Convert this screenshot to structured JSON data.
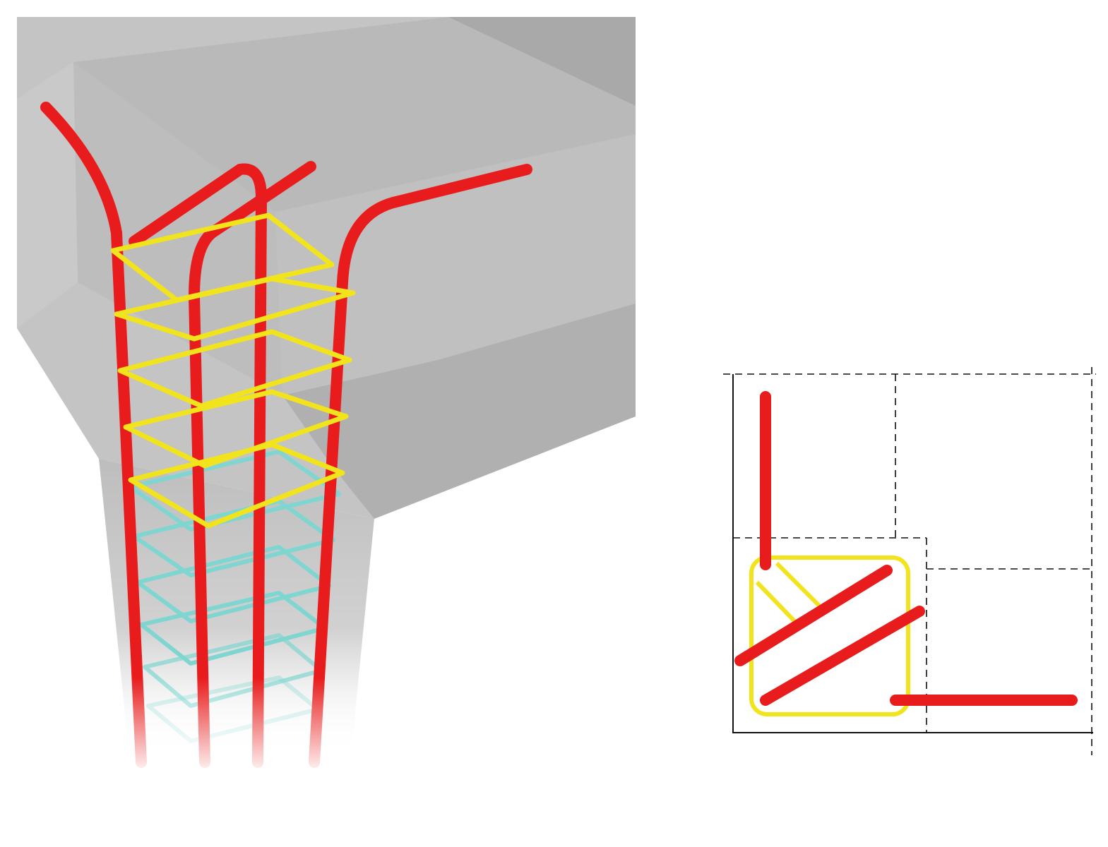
{
  "figure": {
    "views": [
      "3d-rebar-cage-at-column-beam-junction",
      "plan-section-of-corner-column"
    ],
    "colors": {
      "concrete_light": "#c6c6c6",
      "concrete_mid": "#b3b3b3",
      "concrete_dark": "#9f9f9f",
      "longitudinal_bar": "#e81c1c",
      "stirrup_upper": "#f2e41c",
      "stirrup_lower": "#7fd6d0",
      "plan_lines": "#111111"
    },
    "icons": [
      "rebar-bar",
      "stirrup-loop",
      "dashed-outline"
    ]
  }
}
